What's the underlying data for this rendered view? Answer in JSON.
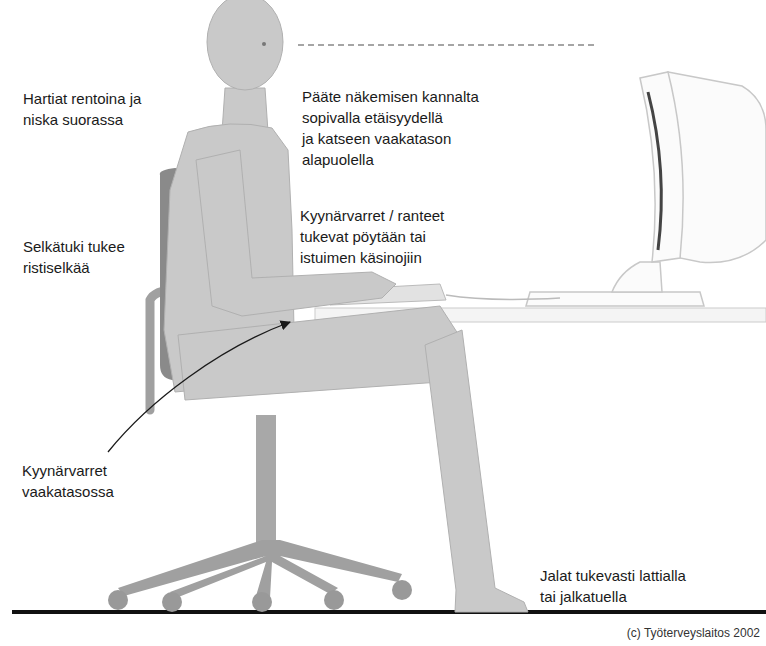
{
  "diagram": {
    "labels": [
      "Hartiat rentoina ja niska suorassa",
      "Pääte näkemisen kannalta sopivalla etäisyydellä ja katseen vaakatason alapuolella",
      "Kyynärvarret / ranteet tukevat pöytään tai istuimen käsinojiin",
      "Selkätuki tukee ristiselkää",
      "Kyynärvarret vaakatasossa",
      "Jalat tukevasti lattialla tai jalkatuella",
      "(c) Työterveyslaitos 2002"
    ]
  }
}
